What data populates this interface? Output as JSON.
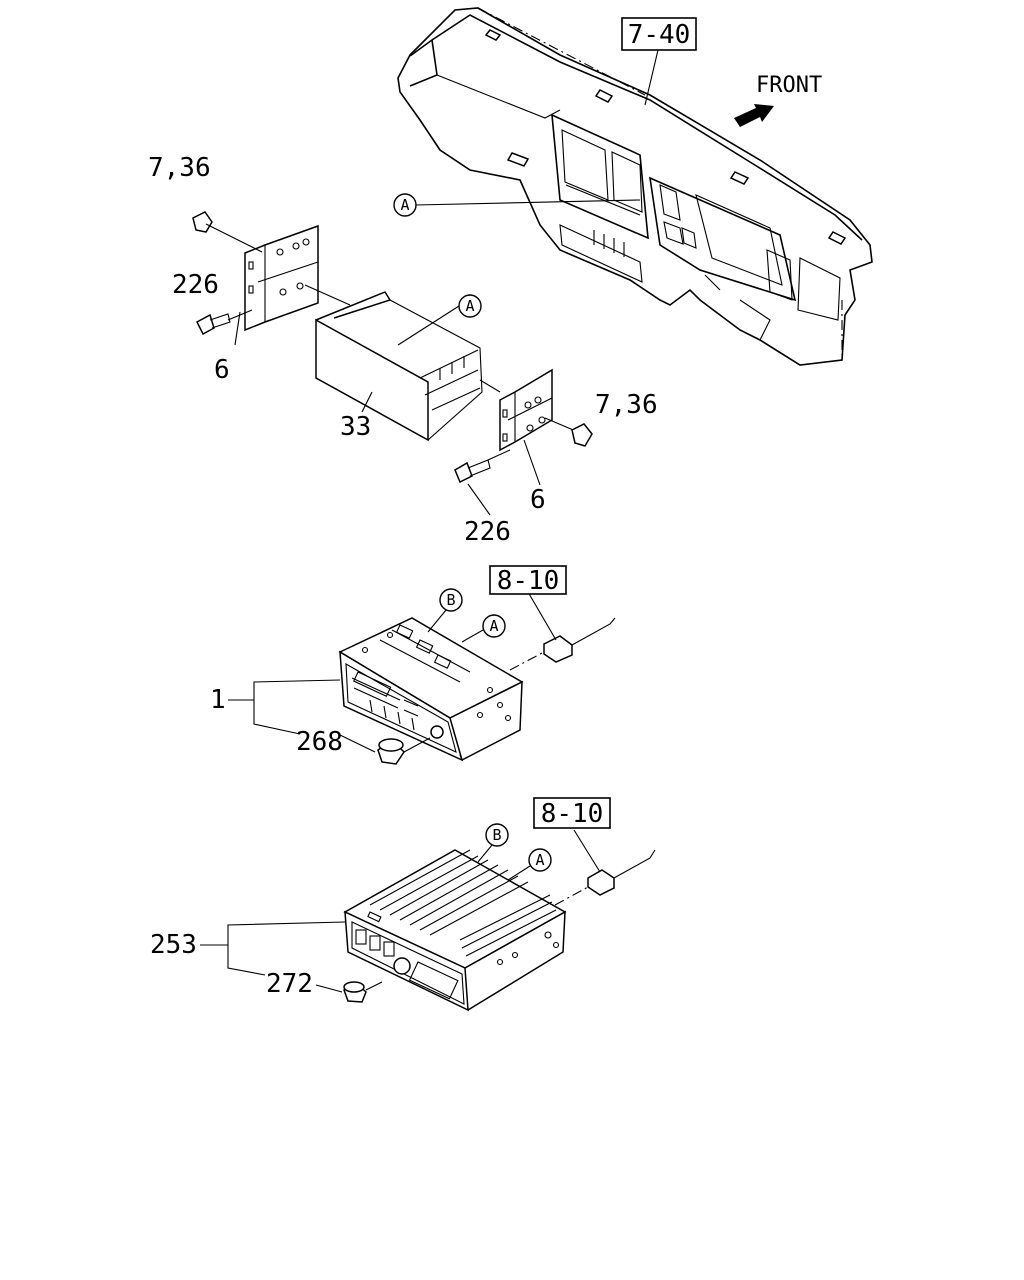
{
  "refs": {
    "dashboard": "7-40",
    "harness_1": "8-10",
    "harness_2": "8-10"
  },
  "front_label": "FRONT",
  "callouts": {
    "screw_top_left": "7,36",
    "bolt_left": "226",
    "bracket_left": "6",
    "pocket": "33",
    "screw_right": "7,36",
    "bolt_right": "226",
    "bracket_right": "6",
    "radio_1": "1",
    "knob_1": "268",
    "radio_2": "253",
    "knob_2": "272"
  },
  "circle_markers": {
    "a_dash": "A",
    "a_pocket": "A",
    "b_radio1": "B",
    "a_radio1": "A",
    "b_radio2": "B",
    "a_radio2": "A"
  }
}
